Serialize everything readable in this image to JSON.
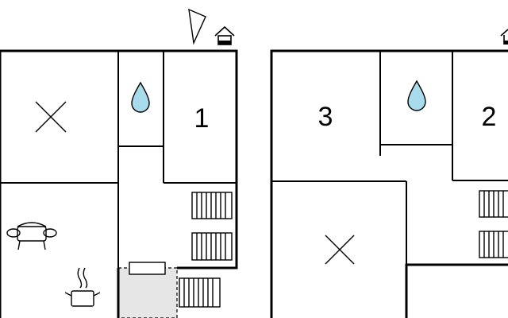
{
  "plan": {
    "rooms": [
      {
        "id": "room-1",
        "label": "1"
      },
      {
        "id": "room-2",
        "label": "2"
      },
      {
        "id": "room-3",
        "label": "3"
      }
    ],
    "icons": {
      "bathroom": "water-drop-icon",
      "unnamed_room": "cross-icon",
      "living": "sofa-icon",
      "kitchen": "cooking-pot-icon",
      "stairs": "staircase-icon",
      "entrance": "house-entrance-icon",
      "orientation": "compass-needle-icon"
    },
    "colors": {
      "wall": "#000000",
      "entrance_area": "#e6e6e6",
      "bathroom_drop": "#a8dcec"
    }
  }
}
